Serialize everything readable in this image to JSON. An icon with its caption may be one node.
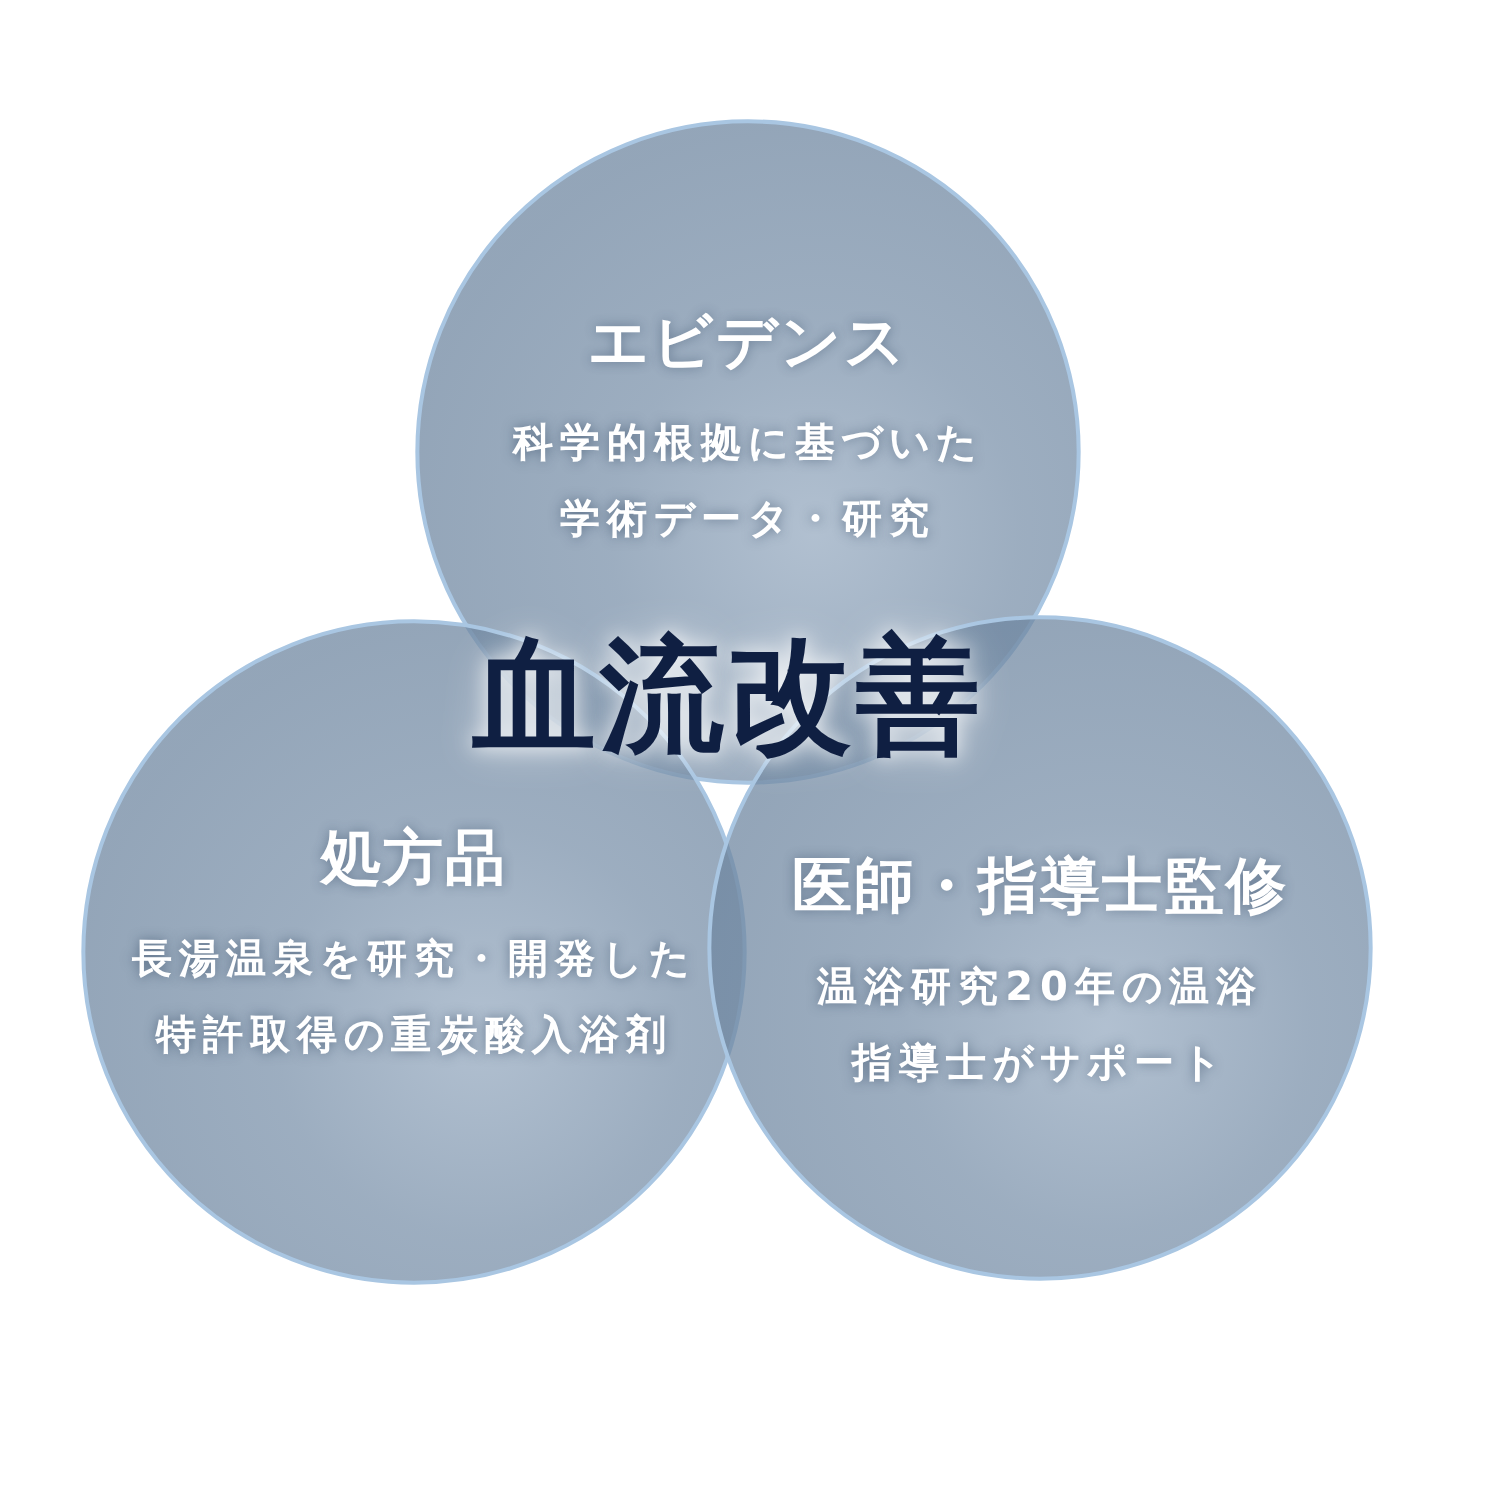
{
  "diagram": {
    "nodes": [
      {
        "text": [
          "エビデンス",
          "科学的根拠に基づいた学術データ・研究"
        ]
      },
      {
        "text": [
          "処方品",
          "長湯温泉を研究・開発した特許取得の重炭酸入浴剤"
        ]
      },
      {
        "text": [
          "医師・指導士監修",
          "温浴研究20年の温浴指導士がサポート"
        ]
      }
    ],
    "labels": [
      "血流改善"
    ]
  }
}
